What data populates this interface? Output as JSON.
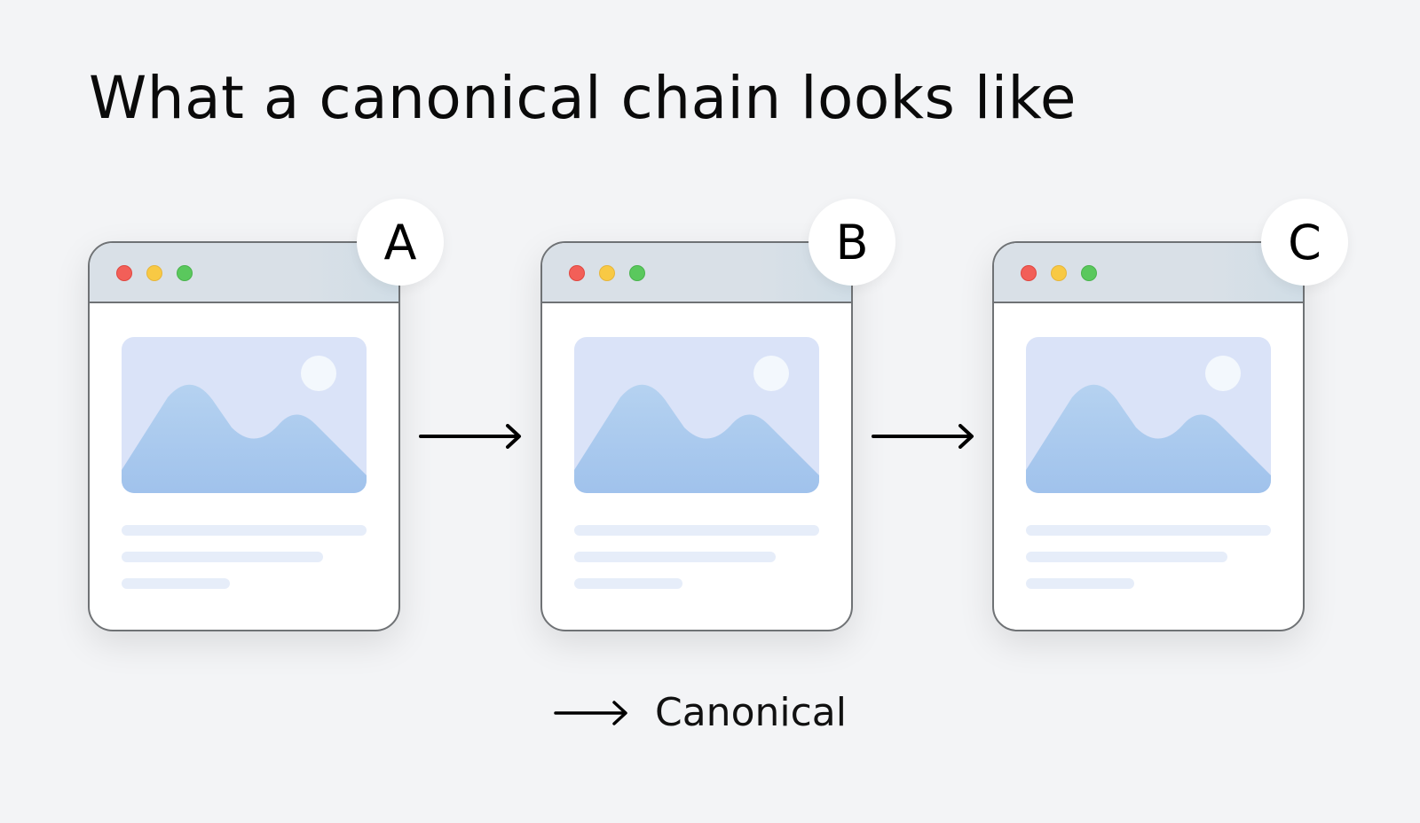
{
  "title": "What a canonical chain looks like",
  "windows": [
    {
      "label": "A"
    },
    {
      "label": "B"
    },
    {
      "label": "C"
    }
  ],
  "window_controls": {
    "close_color": "#f25f58",
    "minimize_color": "#f8c944",
    "maximize_color": "#5ac85d"
  },
  "legend": {
    "label": "Canonical",
    "icon": "arrow-right-icon"
  },
  "colors": {
    "background": "#f3f4f6",
    "window_border": "#6f7275",
    "titlebar": "#d9e0e7",
    "image_bg": "#dae3f8",
    "mountain": "#a8c8ee",
    "sun": "#f3f8fd",
    "text_line": "#e6edf9"
  }
}
